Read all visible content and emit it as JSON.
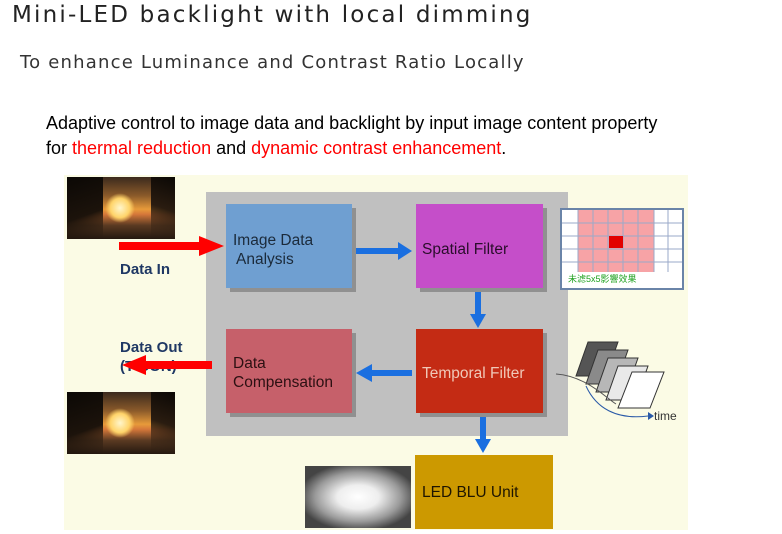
{
  "header": {
    "title": "Mini-LED backlight with local dimming",
    "subtitle": "To enhance Luminance and Contrast Ratio Locally"
  },
  "description": {
    "line1": "Adaptive control to image data and backlight by input image content property",
    "line2_prefix": "for ",
    "highlight1": "thermal reduction",
    "line2_mid": " and ",
    "highlight2": "dynamic contrast enhancement",
    "line2_suffix": ".",
    "highlight_color": "#ff0000"
  },
  "diagram": {
    "data_in_label": "Data In",
    "data_out_label_line1": "Data Out",
    "data_out_label_line2": "(T-CON)",
    "blocks": {
      "image_analysis_line1": "Image Data",
      "image_analysis_line2": "Analysis",
      "spatial_filter": "Spatial Filter",
      "data_compensation_line1": "Data",
      "data_compensation_line2": "Compensation",
      "temporal_filter": "Temporal Filter",
      "led_blu": "LED BLU Unit"
    },
    "grid_caption": "未滤5x5影響效果",
    "time_label": "time",
    "colors": {
      "image_analysis": "#6f9fd1",
      "spatial_filter": "#c54ec9",
      "data_compensation": "#c6606a",
      "temporal_filter": "#c42b14",
      "led_blu": "#cc9900",
      "flow_arrow": "#1a6fe0",
      "data_in_arrow": "#ff0000"
    }
  }
}
